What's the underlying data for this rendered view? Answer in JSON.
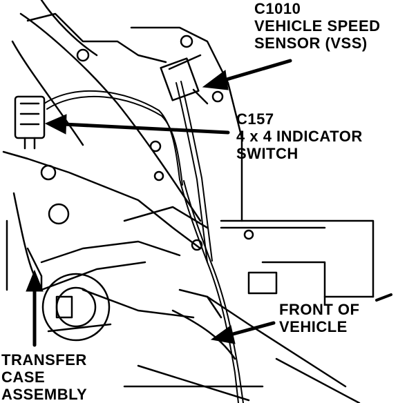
{
  "labels": {
    "vss": {
      "lines": [
        "C1010",
        "VEHICLE SPEED",
        "SENSOR (VSS)"
      ]
    },
    "indicator_switch": {
      "lines": [
        "C157",
        "4 x 4 INDICATOR",
        "SWITCH"
      ]
    },
    "front_of_vehicle": {
      "lines": [
        "FRONT OF",
        "VEHICLE"
      ]
    },
    "transfer_case": {
      "lines": [
        "TRANSFER",
        "CASE",
        "ASSEMBLY"
      ]
    }
  },
  "colors": {
    "ink": "#000000",
    "paper": "#ffffff"
  }
}
